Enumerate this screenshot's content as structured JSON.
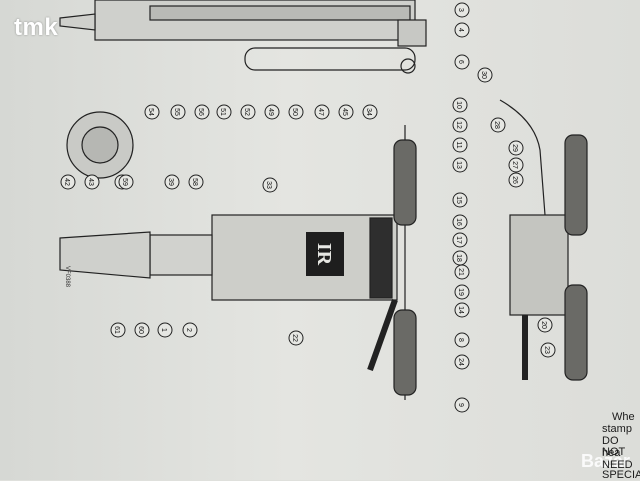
{
  "watermark": {
    "text": "tmk",
    "site": "Bazar"
  },
  "parts": {
    "logo": "IR",
    "callouts": [
      "3",
      "4",
      "6",
      "54",
      "55",
      "56",
      "51",
      "52",
      "49",
      "50",
      "47",
      "45",
      "34",
      "10",
      "12",
      "11",
      "13",
      "30",
      "28",
      "29",
      "27",
      "26",
      "42",
      "43",
      "41",
      "39",
      "59",
      "58",
      "33",
      "15",
      "16",
      "17",
      "18",
      "21",
      "19",
      "14",
      "20",
      "23",
      "61",
      "60",
      "1",
      "2",
      "22",
      "8",
      "24",
      "9"
    ],
    "part_codes": [
      "VF0388"
    ],
    "notes": [
      "Whe",
      "stamp",
      "DO NOT",
      "hea",
      "NEED",
      "SPECIAL"
    ]
  }
}
